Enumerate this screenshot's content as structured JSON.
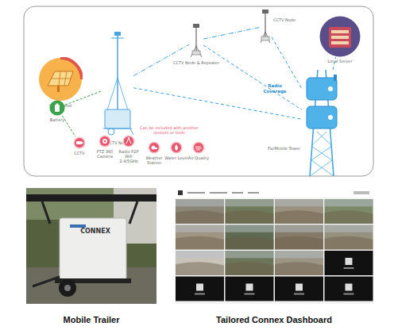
{
  "diagram": {
    "nodes": [
      {
        "text": [
          "Solar panel"
        ]
      },
      {
        "text": [
          "Battery"
        ]
      },
      {
        "text": [
          "CCTV Node"
        ]
      },
      {
        "text": [
          "CCTV Node & Repeater"
        ]
      },
      {
        "text": [
          "CCTV Node"
        ]
      },
      {
        "text": [
          "Local Server"
        ]
      },
      {
        "text": [
          "Fix/Mobile Tower"
        ]
      },
      {
        "text": [
          "CCTV"
        ]
      },
      {
        "text": [
          "PTZ 360 Camera"
        ]
      },
      {
        "text": [
          "Radio P2P Wifi 2.4/5GHz"
        ]
      },
      {
        "text": [
          "Weather Station"
        ]
      },
      {
        "text": [
          "Water Level"
        ]
      },
      {
        "text": [
          "Air Quality"
        ]
      },
      {
        "text": [
          "Mobile Trailer"
        ]
      },
      {
        "text": [
          "Tailored Connex Dashboard"
        ]
      }
    ],
    "edges": [
      {
        "from": 0,
        "to": 1,
        "arrow": "none"
      },
      {
        "from": 1,
        "to": 2,
        "arrow": "none"
      },
      {
        "from": 1,
        "to": 7,
        "arrow": "none"
      },
      {
        "from": 2,
        "to": 3,
        "arrow": "none"
      },
      {
        "from": 3,
        "to": 4,
        "arrow": "none"
      },
      {
        "from": 3,
        "to": 6,
        "label": "Radio Coverage",
        "arrow": "none"
      },
      {
        "from": 2,
        "to": 6,
        "arrow": "none"
      },
      {
        "from": 4,
        "to": 6,
        "arrow": "none"
      },
      {
        "from": 6,
        "to": 5,
        "arrow": "none"
      }
    ],
    "labels": [
      "Can be included with another sensors or tools",
      "CONNEX"
    ]
  }
}
